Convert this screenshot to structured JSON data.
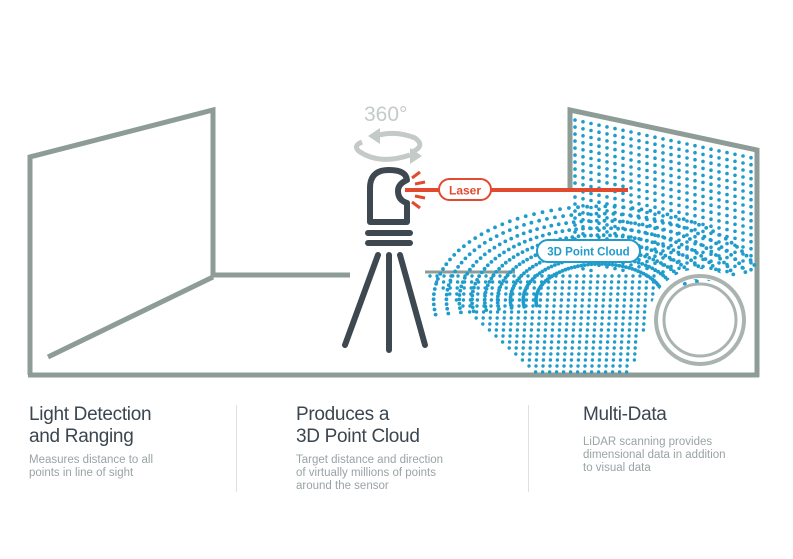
{
  "diagram": {
    "rotation_label": "360°",
    "laser_label": "Laser",
    "cloud_label": "3D Point Cloud",
    "colors": {
      "wall": "#8d9c96",
      "scanner": "#3d4850",
      "laser": "#e14a2f",
      "cloud": "#1f9ccb",
      "rotation": "#c4cac8"
    }
  },
  "columns": [
    {
      "title_line1": "Light Detection",
      "title_line2": "and Ranging",
      "desc_line1": "Measures distance to all",
      "desc_line2": "points in line of sight",
      "desc_line3": ""
    },
    {
      "title_line1": "Produces a",
      "title_line2": "3D Point Cloud",
      "desc_line1": "Target distance and direction",
      "desc_line2": "of virtually millions of points",
      "desc_line3": "around the sensor"
    },
    {
      "title_line1": "Multi-Data",
      "title_line2": "",
      "desc_line1": "LiDAR scanning provides",
      "desc_line2": "dimensional data in addition",
      "desc_line3": "to visual data"
    }
  ]
}
